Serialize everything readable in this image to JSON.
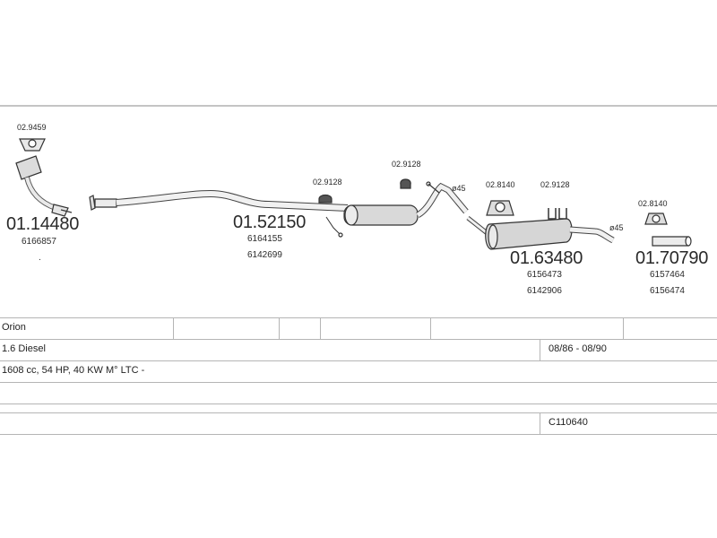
{
  "parts": {
    "downpipe": {
      "number": "01.14480",
      "ref1": "6166857",
      "ref2": "."
    },
    "gasket": {
      "number": "02.9459"
    },
    "mid_pipe": {
      "number": "01.52150",
      "ref1": "6164155",
      "ref2": "6142699"
    },
    "clamp_a": {
      "number": "02.9128"
    },
    "clamp_b": {
      "number": "02.9128"
    },
    "diameter_a": "ø45",
    "hanger_a": {
      "number": "02.8140"
    },
    "clamp_c": {
      "number": "02.9128"
    },
    "rear_silencer": {
      "number": "01.63480",
      "ref1": "6156473",
      "ref2": "6142906"
    },
    "diameter_b": "ø45",
    "hanger_b": {
      "number": "02.8140"
    },
    "tail_pipe": {
      "number": "01.70790",
      "ref1": "6157464",
      "ref2": "6156474"
    }
  },
  "info": {
    "model": "Orion",
    "engine": "1.6 Diesel",
    "years": "08/86 - 08/90",
    "spec": "1608 cc, 54 HP, 40 KW M° LTC -",
    "code": "C110640"
  }
}
